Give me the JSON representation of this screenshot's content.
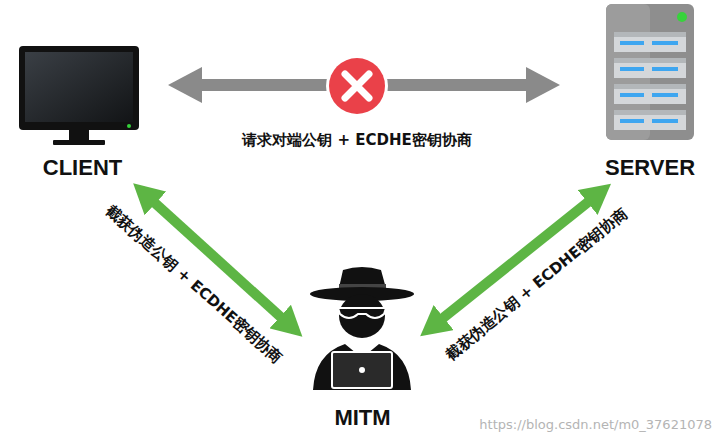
{
  "diagram": {
    "nodes": [
      {
        "text": [
          "CLIENT"
        ]
      },
      {
        "text": [
          "SERVER"
        ]
      },
      {
        "text": [
          "MITM"
        ]
      }
    ],
    "edges": [
      {
        "from": 0,
        "to": 1,
        "arrow": "both",
        "label": "请求对端公钥 + ECDHE密钥协商"
      },
      {
        "from": 0,
        "to": 2,
        "arrow": "both",
        "label": "截获伪造公钥 + ECDHE密钥协商"
      },
      {
        "from": 2,
        "to": 1,
        "arrow": "both",
        "label": "截获伪造公钥 + ECDHE密钥协商"
      }
    ],
    "labels": [
      "https://blog.csdn.net/m0_37621078"
    ]
  }
}
